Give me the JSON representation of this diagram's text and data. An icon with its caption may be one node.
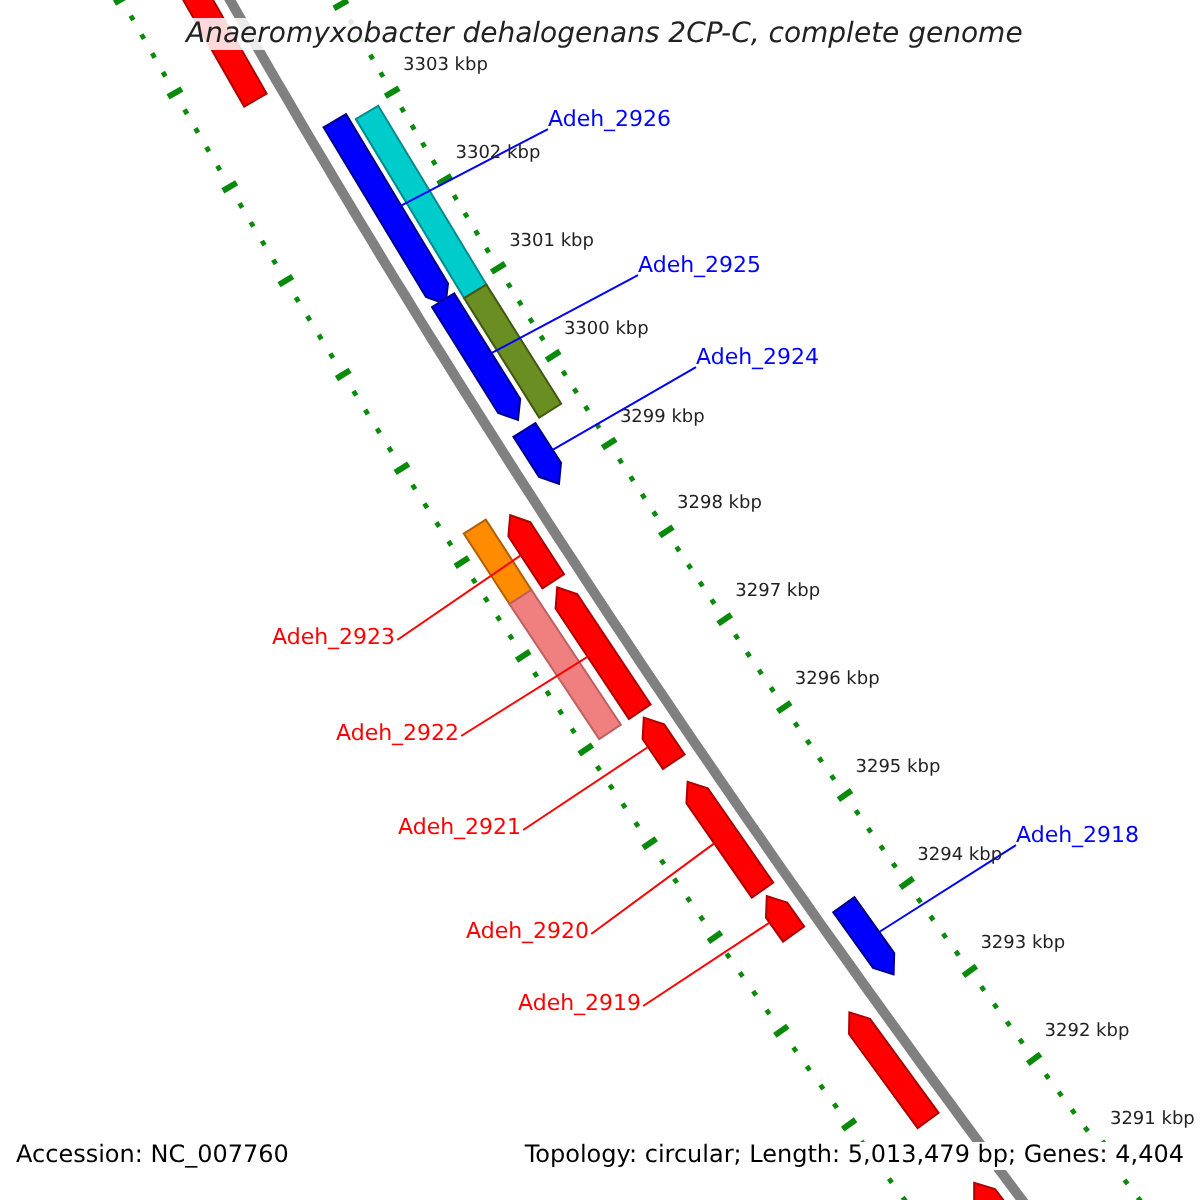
{
  "diagram": {
    "title": "Anaeromyxobacter dehalogenans 2CP-C, complete genome",
    "nodes": [
      {
        "text": [
          "Adeh_2926"
        ]
      },
      {
        "text": [
          "Adeh_2925"
        ]
      },
      {
        "text": [
          "Adeh_2924"
        ]
      },
      {
        "text": [
          "Adeh_2923"
        ]
      },
      {
        "text": [
          "Adeh_2922"
        ]
      },
      {
        "text": [
          "Adeh_2921"
        ]
      },
      {
        "text": [
          "Adeh_2920"
        ]
      },
      {
        "text": [
          "Adeh_2919"
        ]
      },
      {
        "text": [
          "Adeh_2918"
        ]
      },
      {
        "text": [],
        "shape": "arrow"
      },
      {
        "text": [],
        "shape": "bar"
      },
      {
        "text": [],
        "shape": "arrow"
      },
      {
        "text": [],
        "shape": "bar"
      },
      {
        "text": [],
        "shape": "arrow"
      },
      {
        "text": [],
        "shape": "arrow"
      },
      {
        "text": [],
        "shape": "bar"
      },
      {
        "text": [],
        "shape": "arrow"
      },
      {
        "text": [],
        "shape": "arrow"
      },
      {
        "text": [],
        "shape": "bar"
      },
      {
        "text": [],
        "shape": "arrow"
      },
      {
        "text": [],
        "shape": "arrow"
      },
      {
        "text": [],
        "shape": "arrow"
      },
      {
        "text": [],
        "shape": "arrow"
      },
      {
        "text": [],
        "shape": "arrow"
      },
      {
        "text": [],
        "shape": "arrow"
      }
    ],
    "edges": [
      {
        "from": 0,
        "to": 11,
        "arrow": "none",
        "color": "#0000ff"
      },
      {
        "from": 1,
        "to": 13,
        "arrow": "none",
        "color": "#0000ff"
      },
      {
        "from": 2,
        "to": 14,
        "arrow": "none",
        "color": "#0000ff"
      },
      {
        "from": 3,
        "to": 16,
        "arrow": "none"
      },
      {
        "from": 4,
        "to": 17,
        "arrow": "none"
      },
      {
        "from": 5,
        "to": 19,
        "arrow": "none"
      },
      {
        "from": 6,
        "to": 20,
        "arrow": "none"
      },
      {
        "from": 7,
        "to": 21,
        "arrow": "none"
      },
      {
        "from": 8,
        "to": 22,
        "arrow": "none",
        "color": "#0000ff"
      }
    ],
    "labels": [
      "3303 kbp",
      "3302 kbp",
      "3301 kbp",
      "3300 kbp",
      "3299 kbp",
      "3298 kbp",
      "3297 kbp",
      "3296 kbp",
      "3295 kbp",
      "3294 kbp",
      "3293 kbp",
      "3292 kbp",
      "3291 kbp",
      "Accession: NC_007760",
      "Topology: circular; Length: 5,013,479 bp; Genes: 4,404"
    ]
  }
}
